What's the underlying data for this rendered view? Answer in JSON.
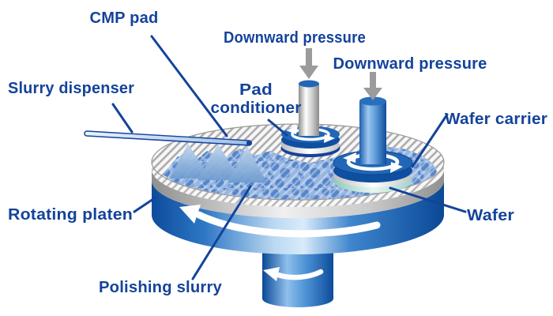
{
  "labels": {
    "cmp_pad": "CMP pad",
    "downward_pressure_left": "Downward pressure",
    "downward_pressure_right": "Downward pressure",
    "slurry_dispenser": "Slurry dispenser",
    "pad_conditioner_line1": "Pad",
    "pad_conditioner_line2": "conditioner",
    "wafer_carrier": "Wafer carrier",
    "wafer": "Wafer",
    "rotating_platen": "Rotating platen",
    "polishing_slurry": "Polishing slurry"
  },
  "colors": {
    "label_text": "#14439B",
    "leader_line": "#14439B",
    "platen_blue_dark": "#0C4C9C",
    "platen_blue_light": "#D9EBFA",
    "platen_gray_band": "#909090",
    "pad_hatch_line": "#ACACAC",
    "slurry_base": "#97B6E0",
    "slurry_bubble": "#4E80C7",
    "wafer_teal": "#AFDCD2",
    "pressure_arrow_gray": "#9B9B9B",
    "rotation_arrow_white": "#FFFFFF"
  },
  "icons": {
    "pressure_arrow": "downward-arrow",
    "platen_rotation": "curved-rotation-arrow",
    "carrier_rotation": "circular-rotation-arrow",
    "conditioner_rotation": "circular-rotation-arrow",
    "spindle_rotation": "curved-rotation-arrow"
  }
}
